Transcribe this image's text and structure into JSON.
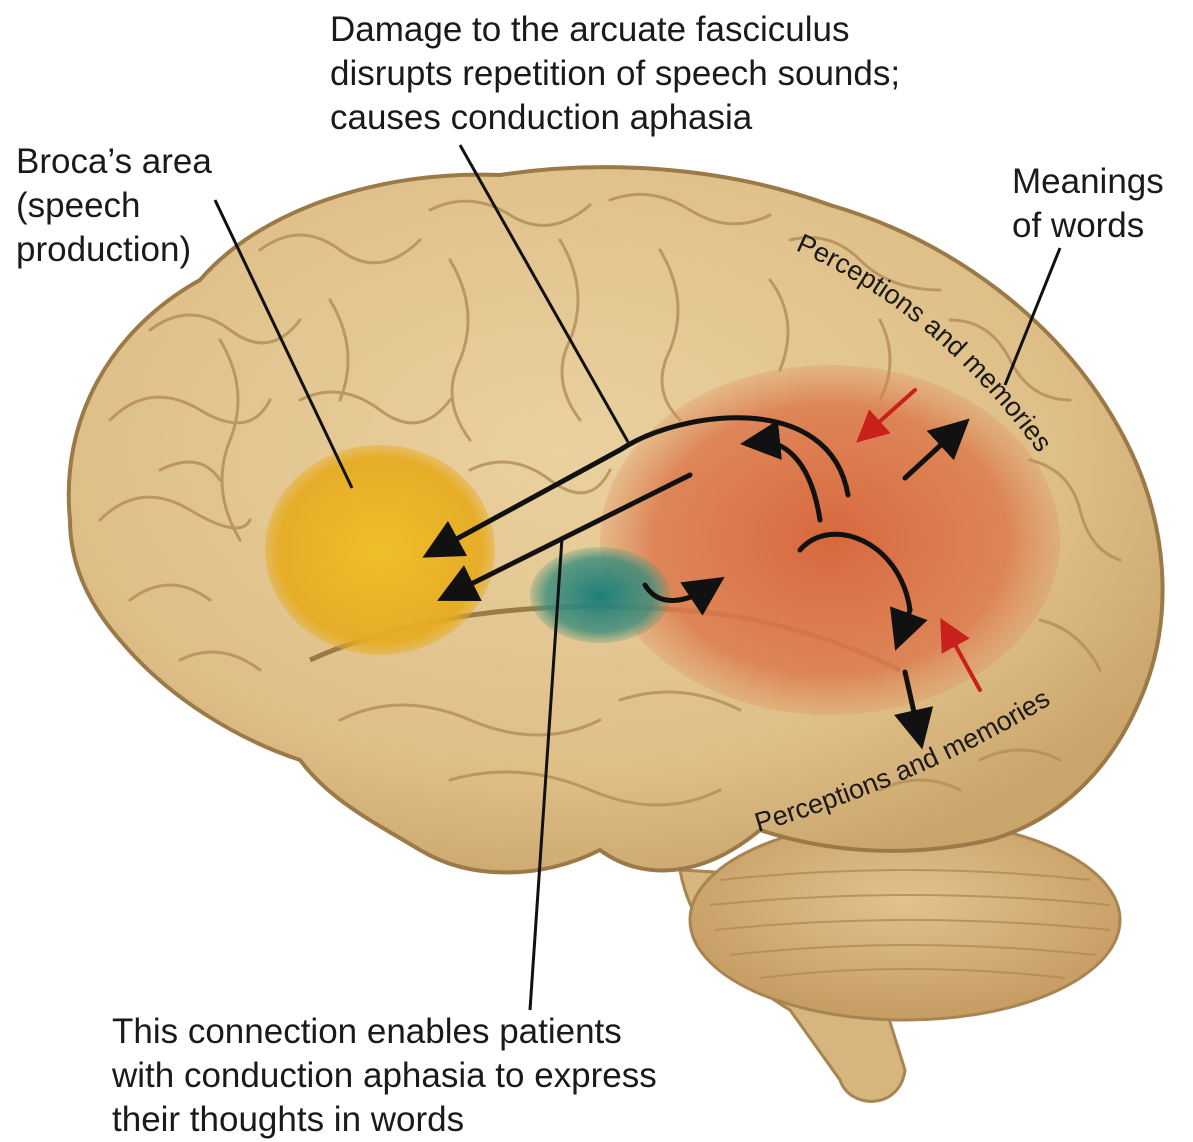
{
  "labels": {
    "arcuate": "Damage to the arcuate fasciculus\ndisrupts repetition of speech sounds;\ncauses conduction aphasia",
    "broca": "Broca’s area\n(speech\nproduction)",
    "meanings": "Meanings\nof words",
    "connection": "This connection enables patients\nwith conduction aphasia to express\ntheir thoughts in words",
    "perceptions_upper": "Perceptions and memories",
    "perceptions_lower": "Perceptions and memories"
  },
  "colors": {
    "brain": "#e3c48f",
    "brain_shadow": "#c9a46b",
    "broca_region": "#e9b428",
    "wernicke_region": "#d9734a",
    "auditory_region": "#2f8a80",
    "arrow_black": "#111111",
    "arrow_red": "#c8201c"
  }
}
